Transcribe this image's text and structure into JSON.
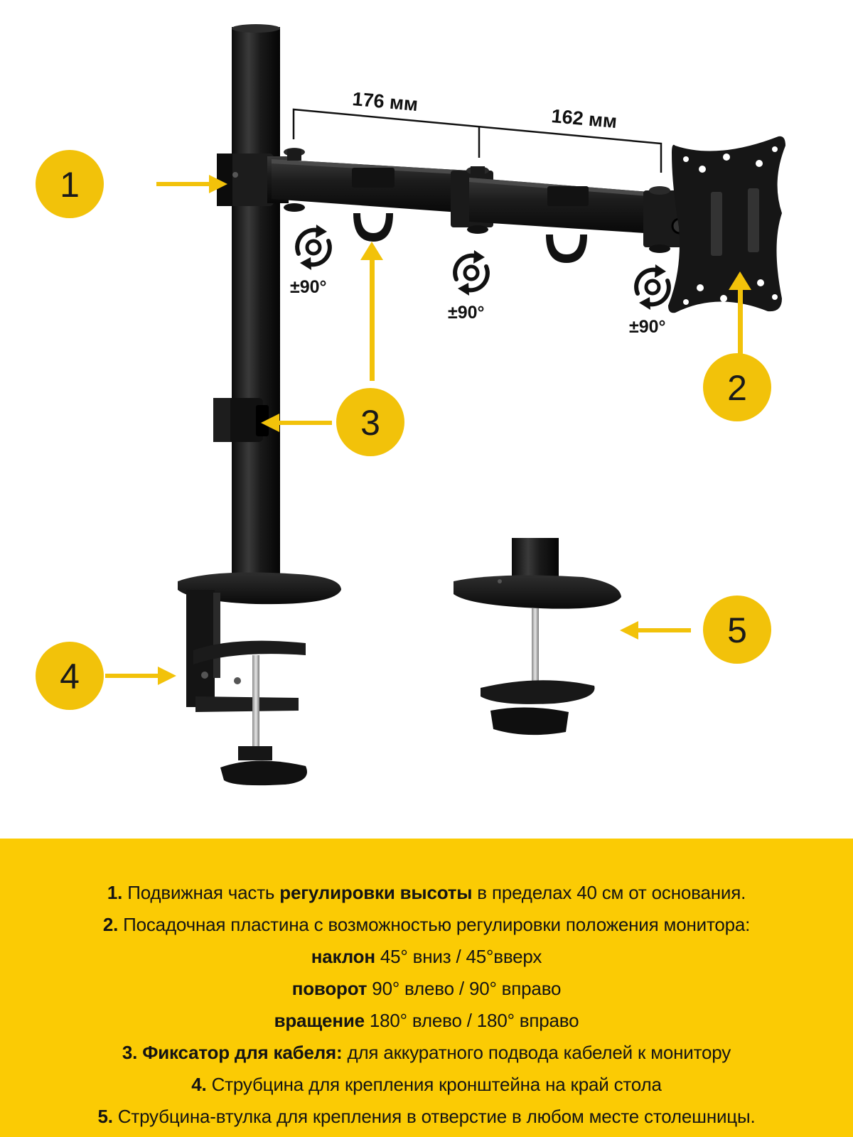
{
  "accent_color": "#f2c20a",
  "legend_bg_color": "#fbcb04",
  "dimensions": {
    "left": "176 мм",
    "right": "162 мм"
  },
  "rotation_labels": [
    "±90°",
    "±90°",
    "±90°"
  ],
  "callouts": [
    "1",
    "2",
    "3",
    "3",
    "4",
    "5"
  ],
  "icons": [
    "rotate-arrows-icon",
    "arrow-icon"
  ],
  "legend": [
    {
      "num": "1.",
      "parts": [
        {
          "t": " Подвижная часть "
        },
        {
          "t": "регулировки высоты",
          "b": true
        },
        {
          "t": " в пределах 40 см от основания."
        }
      ]
    },
    {
      "num": "2.",
      "parts": [
        {
          "t": " Посадочная пластина с возможностью регулировки положения монитора:"
        }
      ]
    },
    {
      "num": "",
      "parts": [
        {
          "t": "наклон",
          "b": true
        },
        {
          "t": " 45° вниз / 45°вверх"
        }
      ]
    },
    {
      "num": "",
      "parts": [
        {
          "t": "поворот",
          "b": true
        },
        {
          "t": " 90° влево / 90° вправо"
        }
      ]
    },
    {
      "num": "",
      "parts": [
        {
          "t": "вращение",
          "b": true
        },
        {
          "t": " 180° влево / 180° вправо"
        }
      ]
    },
    {
      "num": "3.",
      "parts": [
        {
          "t": " Фиксатор для кабеля:",
          "b": true
        },
        {
          "t": " для аккуратного подвода кабелей к монитору"
        }
      ]
    },
    {
      "num": "4.",
      "parts": [
        {
          "t": "  Струбцина для крепления кронштейна на край стола"
        }
      ]
    },
    {
      "num": "5.",
      "parts": [
        {
          "t": " Струбцина-втулка для крепления в отверстие в любом месте столешницы."
        }
      ]
    }
  ]
}
